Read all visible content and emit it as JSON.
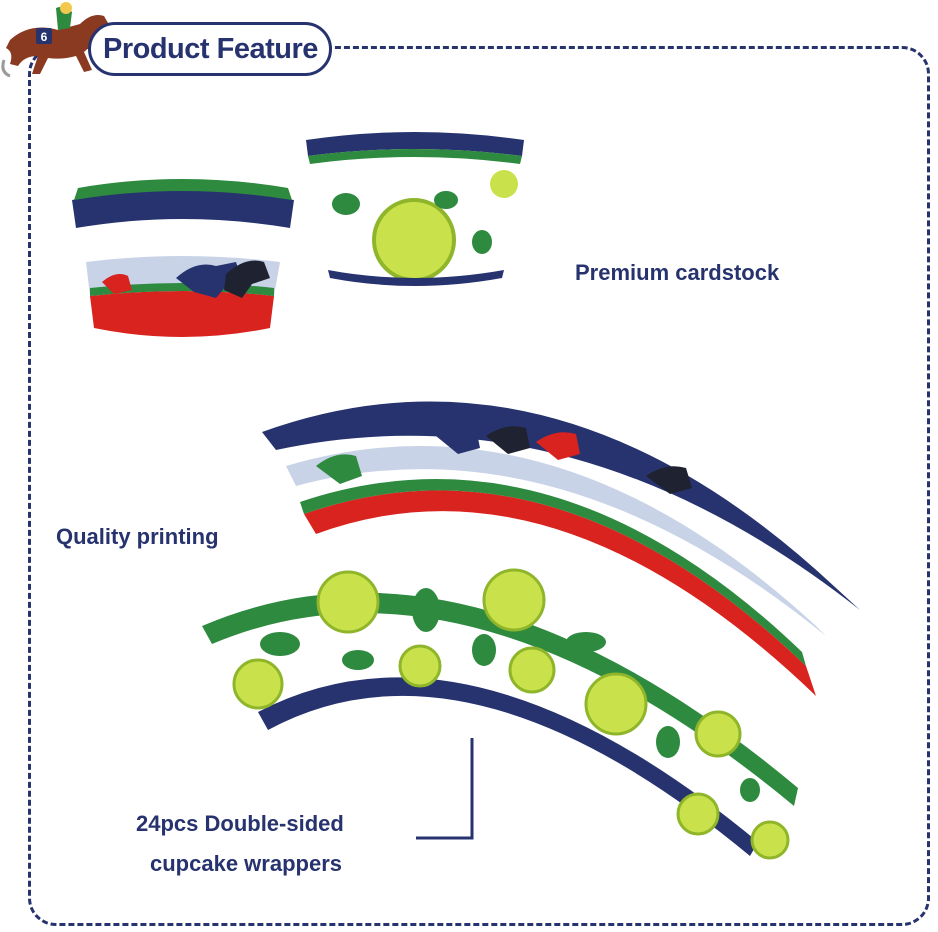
{
  "header": {
    "title": "Product Feature",
    "logo_icon": "racehorse-jockey-icon",
    "jockey_number": "6"
  },
  "features": {
    "premium": "Premium cardstock",
    "quality": "Quality printing",
    "double_sided_line1": "24pcs Double-sided",
    "double_sided_line2": "cupcake wrappers"
  },
  "colors": {
    "navy": "#27336f",
    "green": "#2d8a3e",
    "red": "#d8231f",
    "lime": "#c9e24b",
    "sky": "#c9d3e8"
  }
}
